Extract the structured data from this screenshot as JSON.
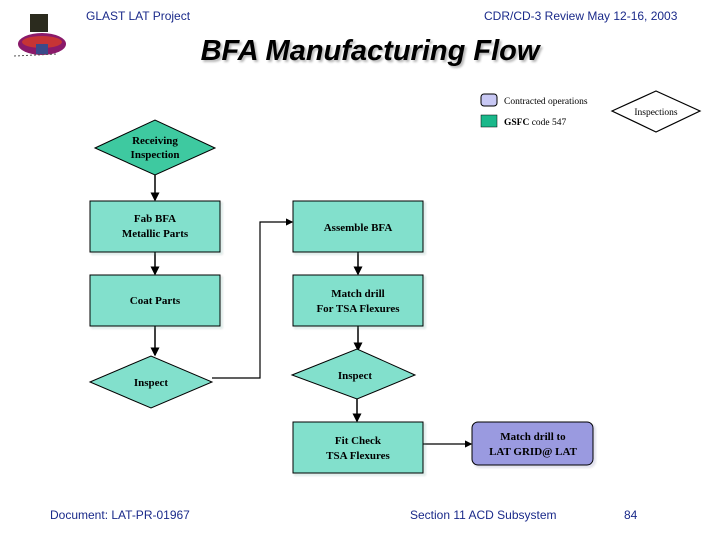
{
  "header": {
    "project": "GLAST LAT Project",
    "review": "CDR/CD-3 Review May 12-16, 2003"
  },
  "title": "BFA Manufacturing Flow",
  "legend": {
    "items": [
      {
        "label": "Contracted operations",
        "color": "#c8c8f4"
      },
      {
        "label_bold": "GSFC",
        "label_rest": " code 547",
        "color": "#1ab88a"
      }
    ],
    "inspections_label": "Inspections"
  },
  "colors": {
    "process_fill": "#82e0cc",
    "inspect_fill": "#3ec9a0",
    "contracted_fill": "#9a9ae0",
    "header_text": "#1a2a8a"
  },
  "nodes": {
    "receiving_inspection": [
      "Receiving",
      "Inspection"
    ],
    "fab_bfa": [
      "Fab BFA",
      "Metallic Parts"
    ],
    "coat_parts": [
      "Coat Parts"
    ],
    "inspect_left": [
      "Inspect"
    ],
    "assemble_bfa": [
      "Assemble BFA"
    ],
    "match_drill": [
      "Match drill",
      "For TSA Flexures"
    ],
    "inspect_right": [
      "Inspect"
    ],
    "fit_check": [
      "Fit Check",
      "TSA Flexures"
    ],
    "match_drill_lat": [
      "Match drill to",
      "LAT GRID@ LAT"
    ]
  },
  "footer": {
    "document": "Document:  LAT-PR-01967",
    "section": "Section 11 ACD Subsystem",
    "page": "84"
  }
}
